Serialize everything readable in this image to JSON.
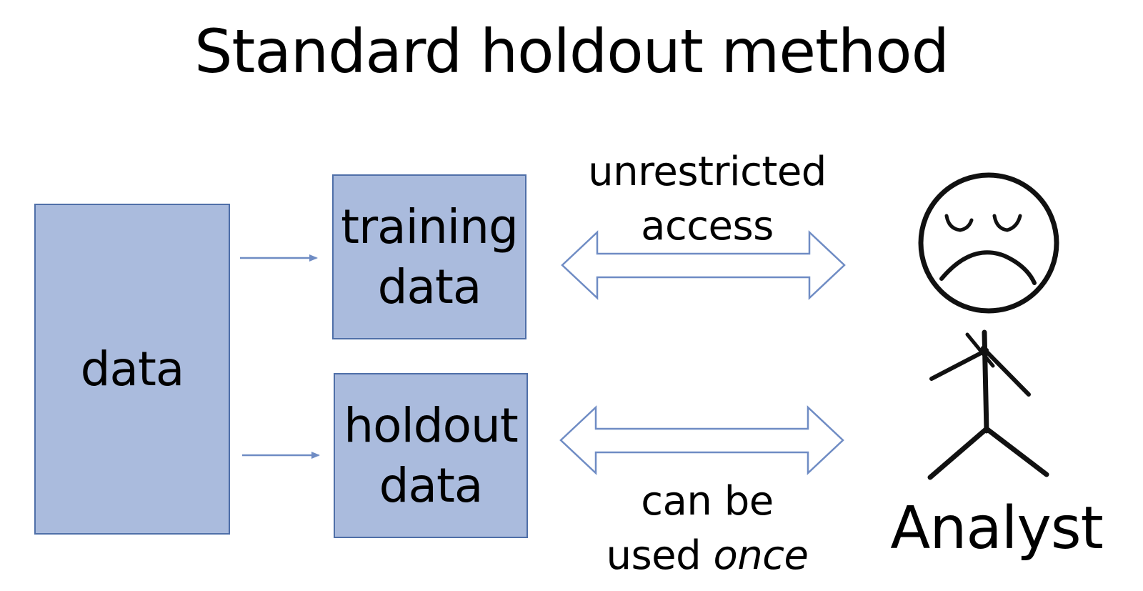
{
  "title": "Standard holdout method",
  "boxes": {
    "data": "data",
    "training_line1": "training",
    "training_line2": "data",
    "holdout_line1": "holdout",
    "holdout_line2": "data"
  },
  "labels": {
    "unrestricted_line1": "unrestricted",
    "unrestricted_line2": "access",
    "once_line1": "can be",
    "once_line2_a": "used ",
    "once_line2_b": "once"
  },
  "analyst": "Analyst",
  "colors": {
    "box_fill": "#aabbdd",
    "box_border": "#4f6fa8",
    "arrow_stroke": "#6f8cc4",
    "ink": "#000000"
  },
  "icons": {
    "face": "sad-face-icon",
    "figure": "stick-figure-icon"
  }
}
